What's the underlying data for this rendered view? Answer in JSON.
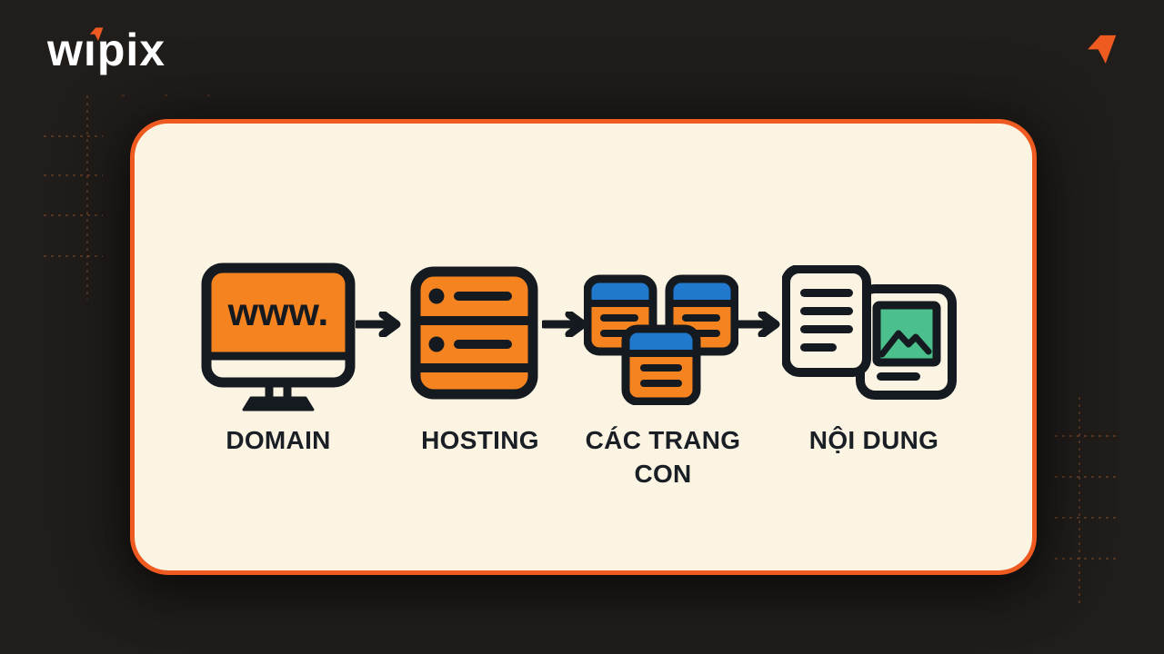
{
  "brand": {
    "logo_text": "wipix",
    "logo_segments": [
      "w",
      "ı",
      "pix"
    ],
    "logo_mark_icon": "arrow-flag"
  },
  "corner_icon": "arrow-flag",
  "diagram": {
    "monitor_screen_text": "www.",
    "steps": [
      {
        "id": "domain",
        "label": "DOMAIN",
        "icon": "monitor-www"
      },
      {
        "id": "hosting",
        "label": "HOSTING",
        "icon": "server-rack"
      },
      {
        "id": "subpages",
        "label": "CÁC TRANG CON",
        "icon": "browser-windows"
      },
      {
        "id": "content",
        "label": "NỘI DUNG",
        "icon": "document-with-image"
      }
    ]
  },
  "colors": {
    "background": "#201d1b",
    "card_background": "#fbf4e3",
    "card_border": "#ee5a20",
    "icon_orange": "#f5831f",
    "ink": "#151a20",
    "header_blue": "#2079cc",
    "image_green": "#4bc08c",
    "logo_white": "#ffffff",
    "grid_line": "#c06a32"
  }
}
